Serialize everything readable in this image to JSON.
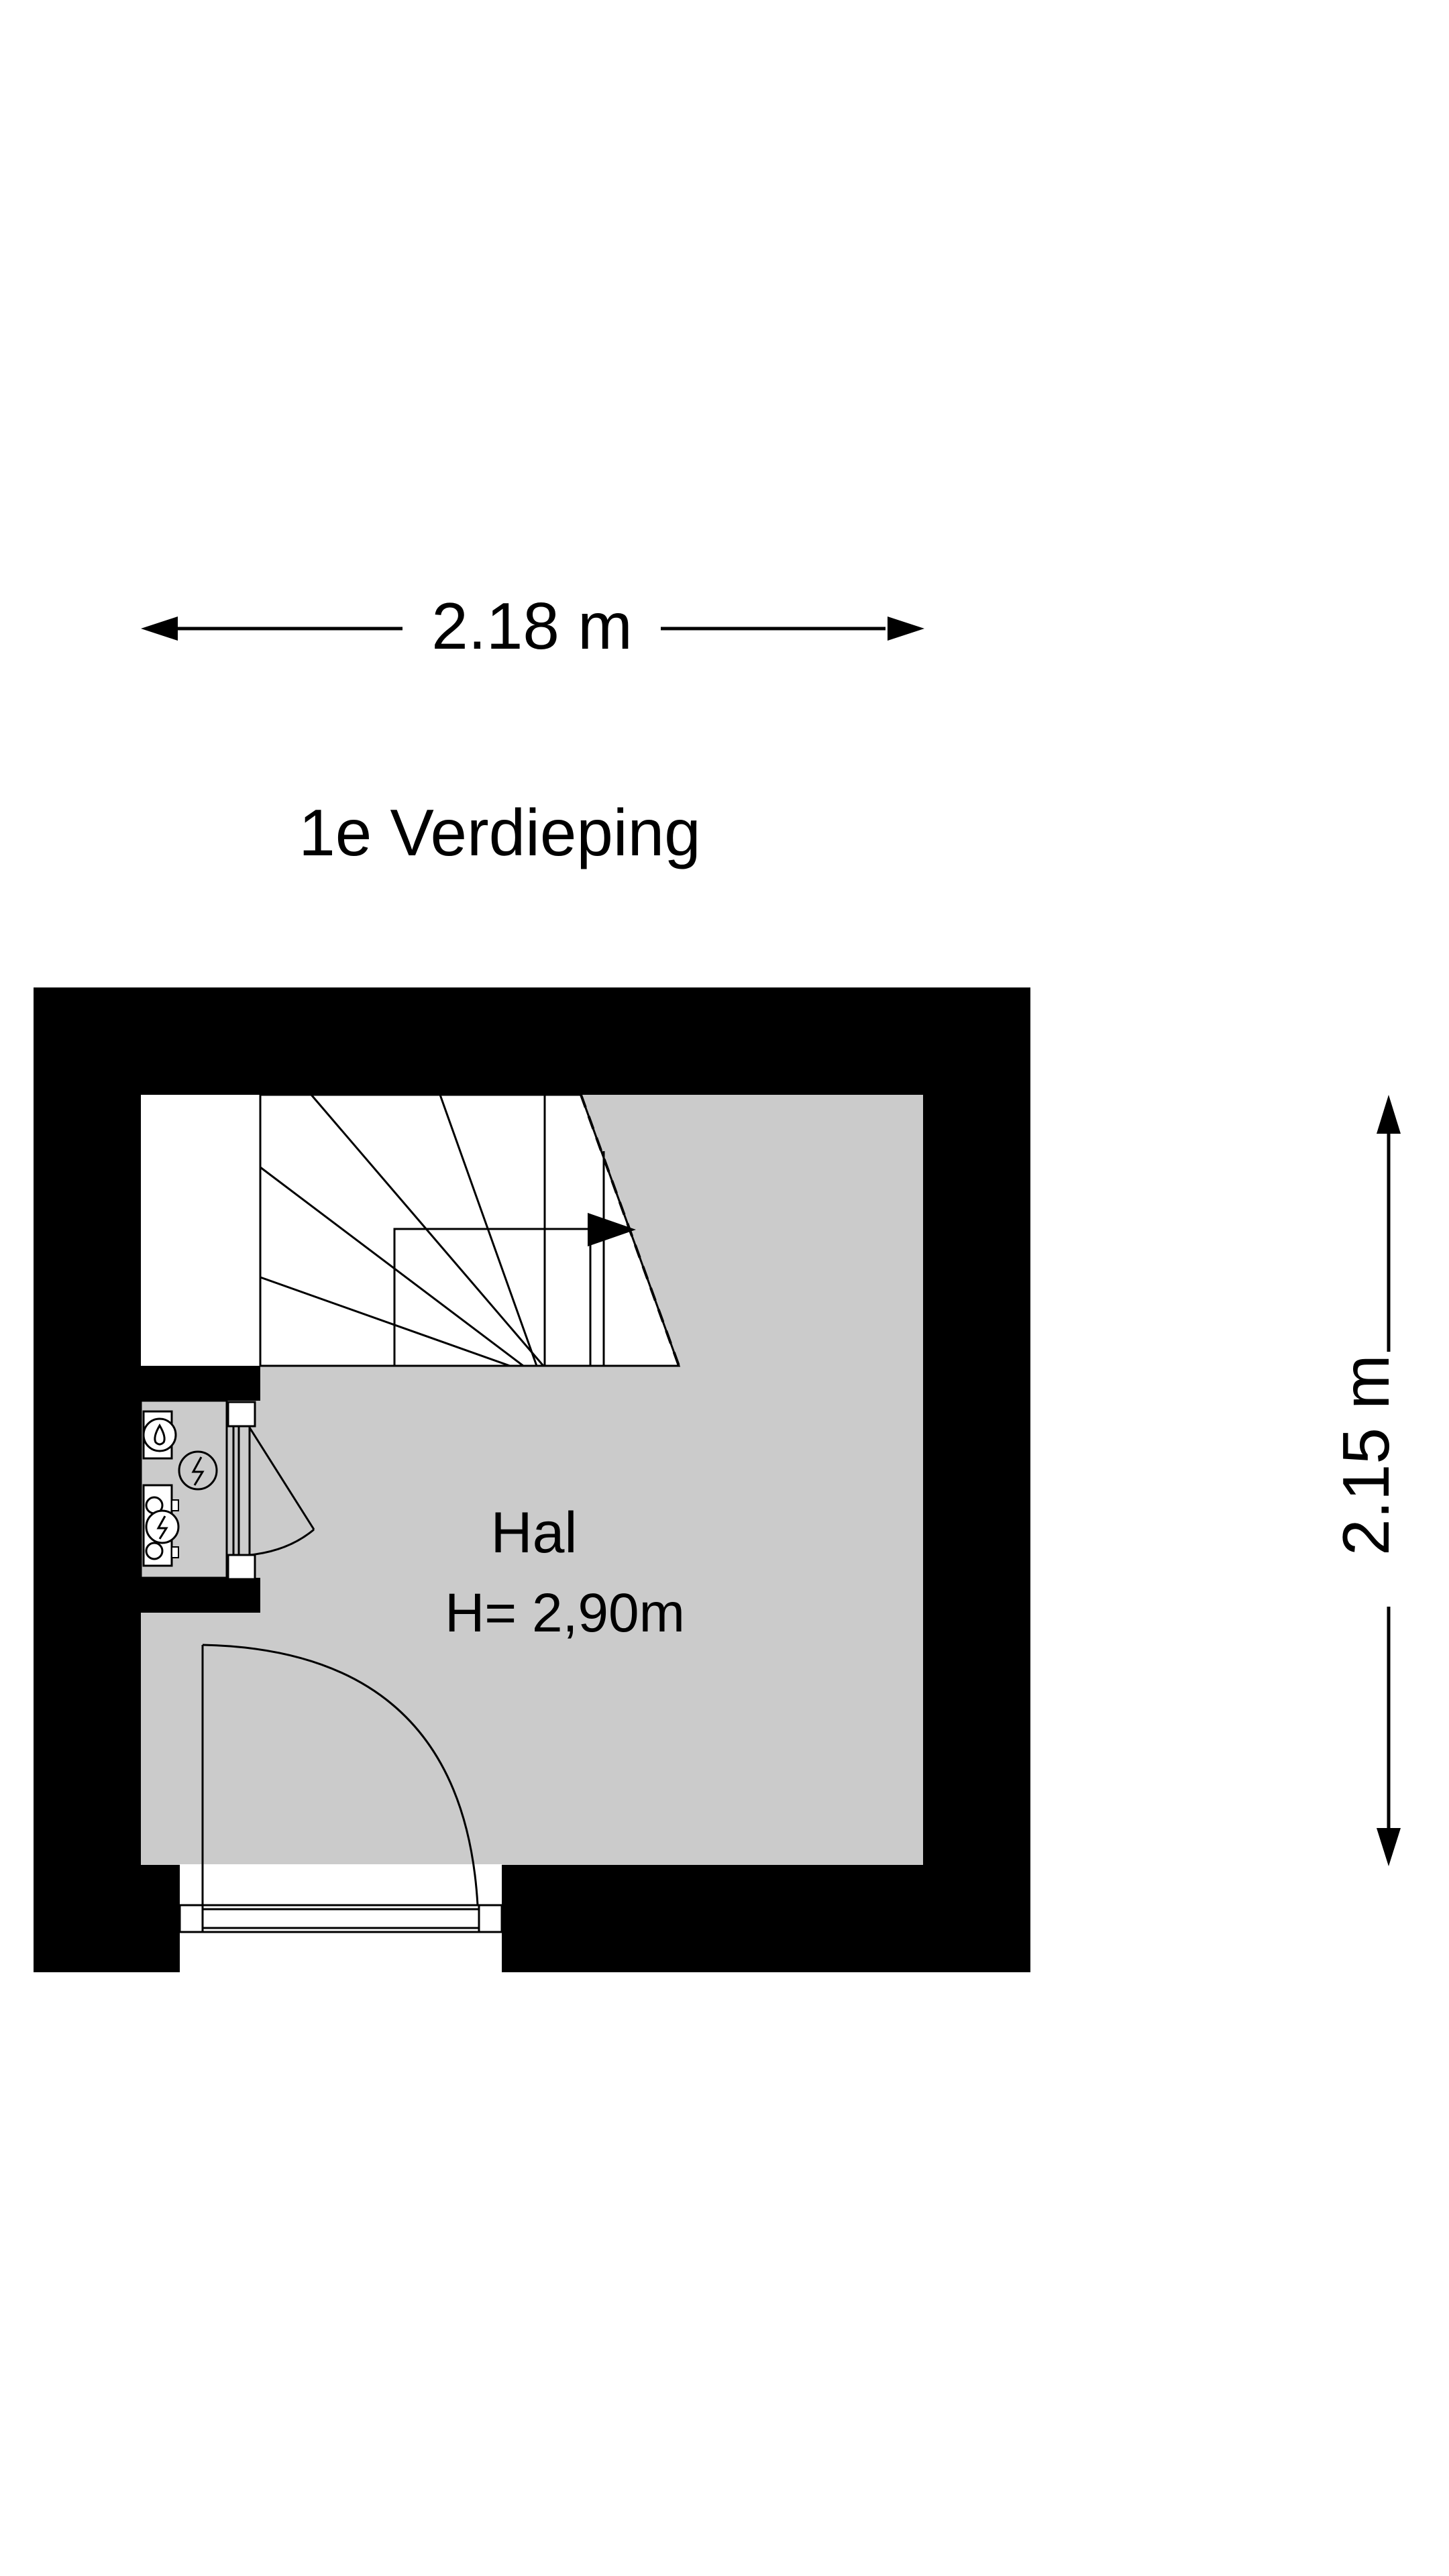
{
  "floor_title": "1e Verdieping",
  "dimensions": {
    "width_label": "2.18 m",
    "depth_label": "2.15 m"
  },
  "room": {
    "name": "Hal",
    "height_label": "H= 2,90m"
  },
  "colors": {
    "wall": "#000000",
    "floor": "#cbcbcb",
    "background": "#ffffff",
    "line": "#000000"
  },
  "icons": [
    "water-meter-icon",
    "electric-outlet-icon",
    "electric-meter-icon"
  ]
}
